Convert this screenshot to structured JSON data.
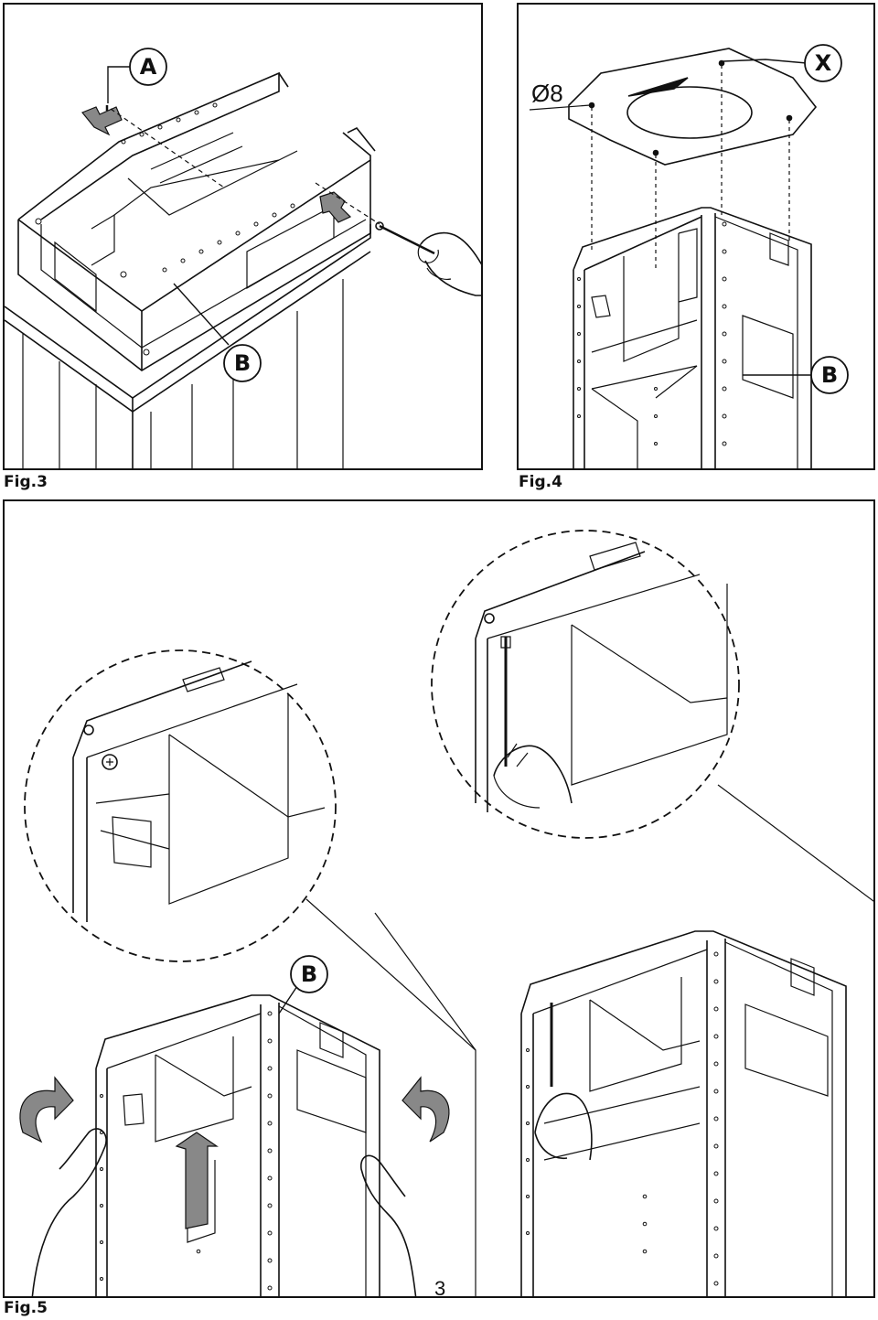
{
  "figures": {
    "fig3": {
      "label": "Fig.3",
      "callouts": {
        "a": "A",
        "b": "B"
      }
    },
    "fig4": {
      "label": "Fig.4",
      "dimension": "Ø8",
      "callouts": {
        "x": "X",
        "b": "B"
      }
    },
    "fig5": {
      "label": "Fig.5",
      "callouts": {
        "b": "B"
      }
    }
  },
  "page_number": "3"
}
